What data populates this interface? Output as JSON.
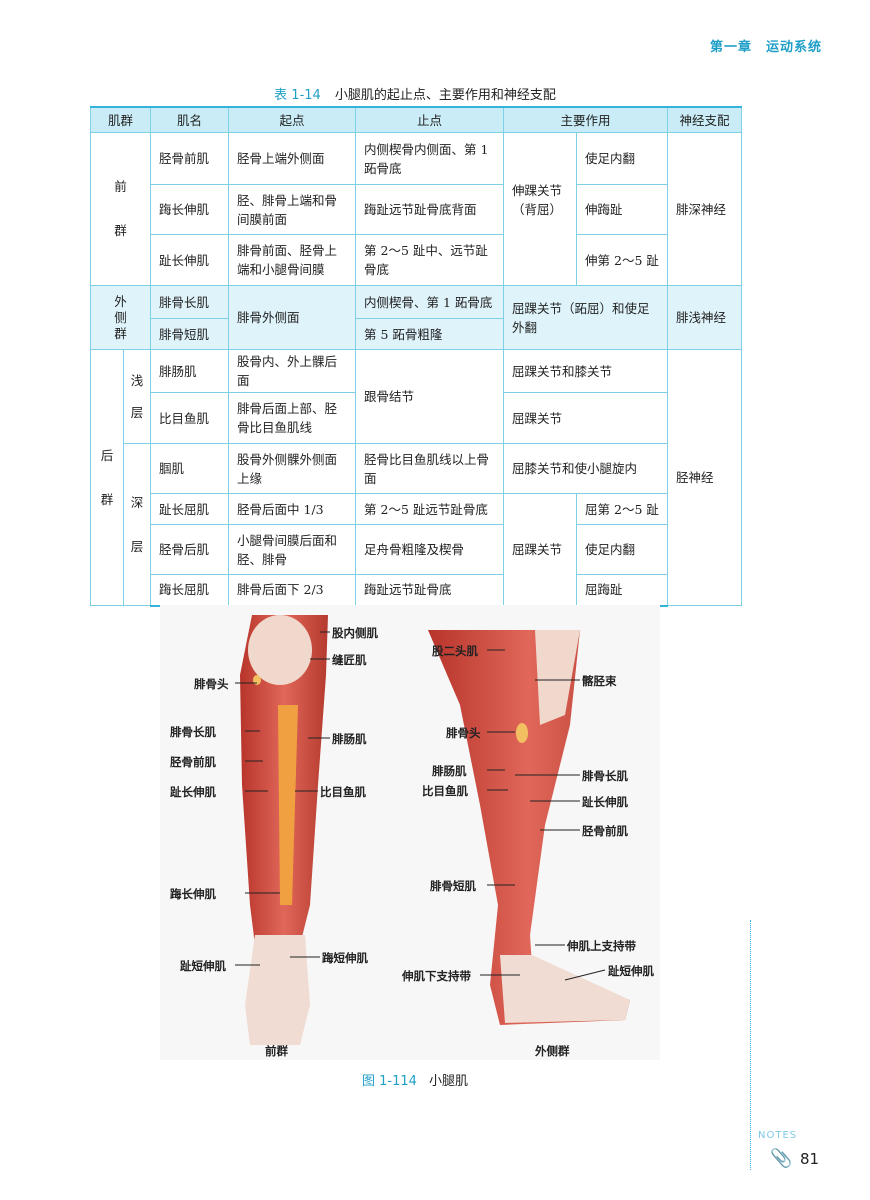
{
  "header": {
    "chapter": "第一章　运动系统"
  },
  "table": {
    "number": "表 1-14",
    "title": "小腿肌的起止点、主要作用和神经支配",
    "columns": [
      "肌群",
      "肌名",
      "起点",
      "止点",
      "主要作用",
      "神经支配"
    ],
    "groups": {
      "front": "前\n\n群",
      "lateral": "外\n侧\n群",
      "posterior": "后\n\n群",
      "superficial": "浅\n\n层",
      "deep": "深\n\n层"
    },
    "rows": [
      {
        "name": "胫骨前肌",
        "origin": "胫骨上端外侧面",
        "insertion": "内侧楔骨内侧面、第 1 跖骨底",
        "action_detail": "使足内翻"
      },
      {
        "name": "踇长伸肌",
        "origin": "胫、腓骨上端和骨间膜前面",
        "insertion": "踇趾远节趾骨底背面",
        "action_detail": "伸踇趾"
      },
      {
        "name": "趾长伸肌",
        "origin": "腓骨前面、胫骨上端和小腿骨间膜",
        "insertion": "第 2～5 趾中、远节趾骨底",
        "action_detail": "伸第 2～5 趾"
      },
      {
        "name": "腓骨长肌",
        "origin": "腓骨外侧面",
        "insertion": "内侧楔骨、第 1 跖骨底"
      },
      {
        "name": "腓骨短肌",
        "insertion": "第 5 跖骨粗隆"
      },
      {
        "name": "腓肠肌",
        "origin": "股骨内、外上髁后面",
        "insertion": "跟骨结节",
        "action": "屈踝关节和膝关节"
      },
      {
        "name": "比目鱼肌",
        "origin": "腓骨后面上部、胫骨比目鱼肌线",
        "action": "屈踝关节"
      },
      {
        "name": "腘肌",
        "origin": "股骨外侧髁外侧面上缘",
        "insertion": "胫骨比目鱼肌线以上骨面",
        "action": "屈膝关节和使小腿旋内"
      },
      {
        "name": "趾长屈肌",
        "origin": "胫骨后面中 1/3",
        "insertion": "第 2～5 趾远节趾骨底",
        "action_detail": "屈第 2～5 趾"
      },
      {
        "name": "胫骨后肌",
        "origin": "小腿骨间膜后面和胫、腓骨",
        "insertion": "足舟骨粗隆及楔骨",
        "action_detail": "使足内翻"
      },
      {
        "name": "踇长屈肌",
        "origin": "腓骨后面下 2/3",
        "insertion": "踇趾远节趾骨底",
        "action_detail": "屈踇趾"
      }
    ],
    "front_action": "伸踝关节（背屈）",
    "front_nerve": "腓深神经",
    "lateral_action": "屈踝关节（跖屈）和使足外翻",
    "lateral_nerve": "腓浅神经",
    "deep_action": "屈踝关节",
    "posterior_nerve": "胫神经"
  },
  "figure": {
    "number": "图 1-114",
    "title": "小腿肌",
    "left": {
      "caption": "前群",
      "labels": [
        "股内侧肌",
        "缝匠肌",
        "腓骨头",
        "腓骨长肌",
        "腓肠肌",
        "胫骨前肌",
        "趾长伸肌",
        "比目鱼肌",
        "踇长伸肌",
        "趾短伸肌",
        "踇短伸肌"
      ]
    },
    "right": {
      "caption": "外侧群",
      "labels": [
        "股二头肌",
        "髂胫束",
        "腓骨头",
        "腓肠肌",
        "腓骨长肌",
        "比目鱼肌",
        "趾长伸肌",
        "胫骨前肌",
        "腓骨短肌",
        "伸肌上支持带",
        "伸肌下支持带",
        "趾短伸肌"
      ]
    }
  },
  "footer": {
    "notes": "NOTES",
    "page": "81"
  }
}
